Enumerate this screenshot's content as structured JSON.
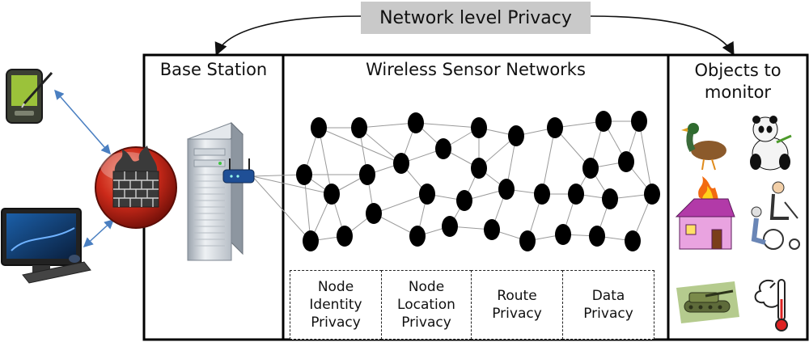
{
  "title": "Network level Privacy",
  "sections": {
    "base_station": "Base Station",
    "wsn": "Wireless Sensor Networks",
    "objects": "Objects to\nmonitor"
  },
  "privacy_types": [
    "Node\nIdentity\nPrivacy",
    "Node\nLocation\nPrivacy",
    "Route\nPrivacy",
    "Data\nPrivacy"
  ],
  "icons": {
    "pda": "pda-icon",
    "desktop": "desktop-computer-icon",
    "firewall": "firewall-icon",
    "server": "server-icon",
    "router": "router-icon",
    "duck": "duck-icon",
    "panda": "panda-icon",
    "house_fire": "burning-house-icon",
    "elderly_care": "wheelchair-patient-icon",
    "tank": "tank-icon",
    "temperature": "thermometer-icon"
  },
  "colors": {
    "node": "#000000",
    "firewall": "#cc2a1a",
    "title_box": "#c9c9c9",
    "link_arrow": "#4a7fc1"
  }
}
